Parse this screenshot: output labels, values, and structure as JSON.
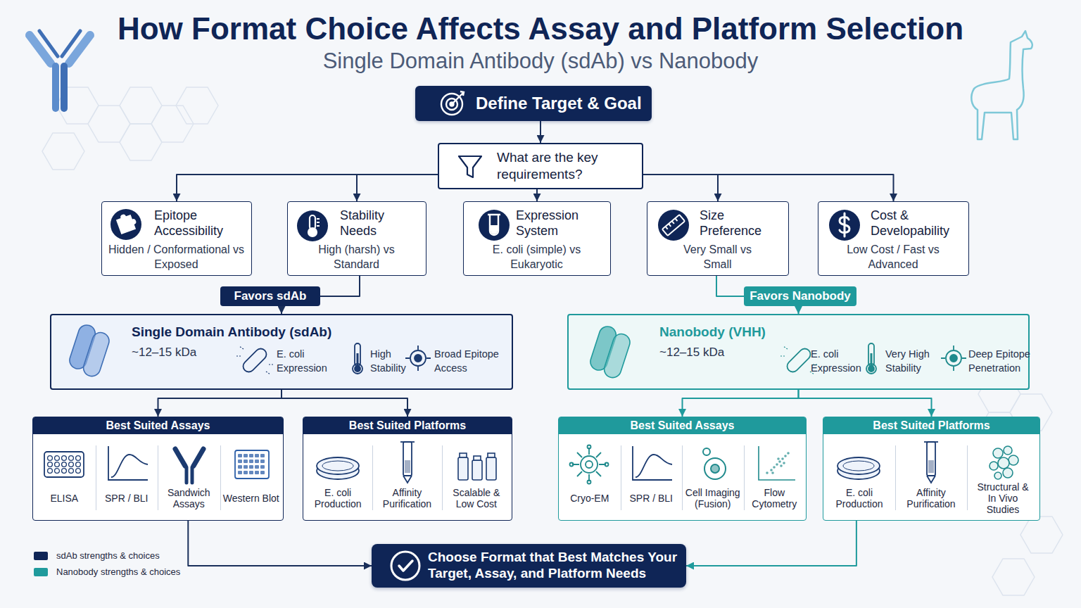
{
  "diagram": {
    "title": "How Format Choice Affects Assay and Platform Selection",
    "nodes": [
      {
        "text": [
          "Define Target & Goal"
        ]
      },
      {
        "text": [
          "What are the key requirements?"
        ]
      },
      {
        "text": [
          "Epitope Accessibility",
          "Hidden / Conformational vs Exposed"
        ]
      },
      {
        "text": [
          "Stability Needs",
          "High (harsh) vs Standard"
        ]
      },
      {
        "text": [
          "Expression System",
          "E. coli (simple) vs Eukaryotic"
        ]
      },
      {
        "text": [
          "Size Preference",
          "Very Small vs Small"
        ]
      },
      {
        "text": [
          "Cost & Developability",
          "Low Cost / Fast vs Advanced"
        ]
      },
      {
        "text": [
          "Favors sdAb"
        ]
      },
      {
        "text": [
          "Favors Nanobody"
        ]
      },
      {
        "text": [
          "Single Domain Antibody (sdAb)",
          "~12–15 kDa",
          "E. coli Expression",
          "High Stability",
          "Broad Epitope Access"
        ]
      },
      {
        "text": [
          "Nanobody (VHH)",
          "~12–15 kDa",
          "E. coli Expression",
          "Very High Stability",
          "Deep Epitope Penetration"
        ]
      },
      {
        "text": [
          "Best Suited Assays",
          "ELISA",
          "SPR / BLI",
          "Sandwich Assays",
          "Western Blot"
        ]
      },
      {
        "text": [
          "Best Suited Platforms",
          "E. coli Production",
          "Affinity Purification",
          "Scalable & Low Cost"
        ]
      },
      {
        "text": [
          "Best Suited Assays",
          "Cryo-EM",
          "SPR / BLI",
          "Cell Imaging (Fusion)",
          "Flow Cytometry"
        ]
      },
      {
        "text": [
          "Best Suited Platforms",
          "E. coli Production",
          "Affinity Purification",
          "Structural & In Vivo Studies"
        ]
      },
      {
        "text": [
          "Choose Format that Best Matches Your Target, Assay, and Platform Needs"
        ]
      }
    ],
    "edges": [
      {
        "from": 0,
        "to": 1,
        "arrow": "to"
      },
      {
        "from": 1,
        "to": 2,
        "arrow": "to"
      },
      {
        "from": 1,
        "to": 3,
        "arrow": "to"
      },
      {
        "from": 1,
        "to": 4,
        "arrow": "to"
      },
      {
        "from": 1,
        "to": 5,
        "arrow": "to"
      },
      {
        "from": 1,
        "to": 6,
        "arrow": "to"
      },
      {
        "from": 3,
        "to": 7,
        "arrow": "none"
      },
      {
        "from": 7,
        "to": 9,
        "arrow": "to"
      },
      {
        "from": 5,
        "to": 8,
        "arrow": "none"
      },
      {
        "from": 8,
        "to": 10,
        "arrow": "to"
      },
      {
        "from": 9,
        "to": 11,
        "arrow": "to"
      },
      {
        "from": 9,
        "to": 12,
        "arrow": "to"
      },
      {
        "from": 10,
        "to": 13,
        "arrow": "to"
      },
      {
        "from": 10,
        "to": 14,
        "arrow": "to"
      },
      {
        "from": 11,
        "to": 15,
        "arrow": "to"
      },
      {
        "from": 14,
        "to": 15,
        "arrow": "to"
      }
    ],
    "labels": [
      "Single Domain Antibody (sdAb) vs Nanobody"
    ],
    "legend": [
      {
        "text": "sdAb strengths & choices",
        "color": "#0f2556"
      },
      {
        "text": "Nanobody strengths & choices",
        "color": "#1f9a9c"
      }
    ]
  }
}
